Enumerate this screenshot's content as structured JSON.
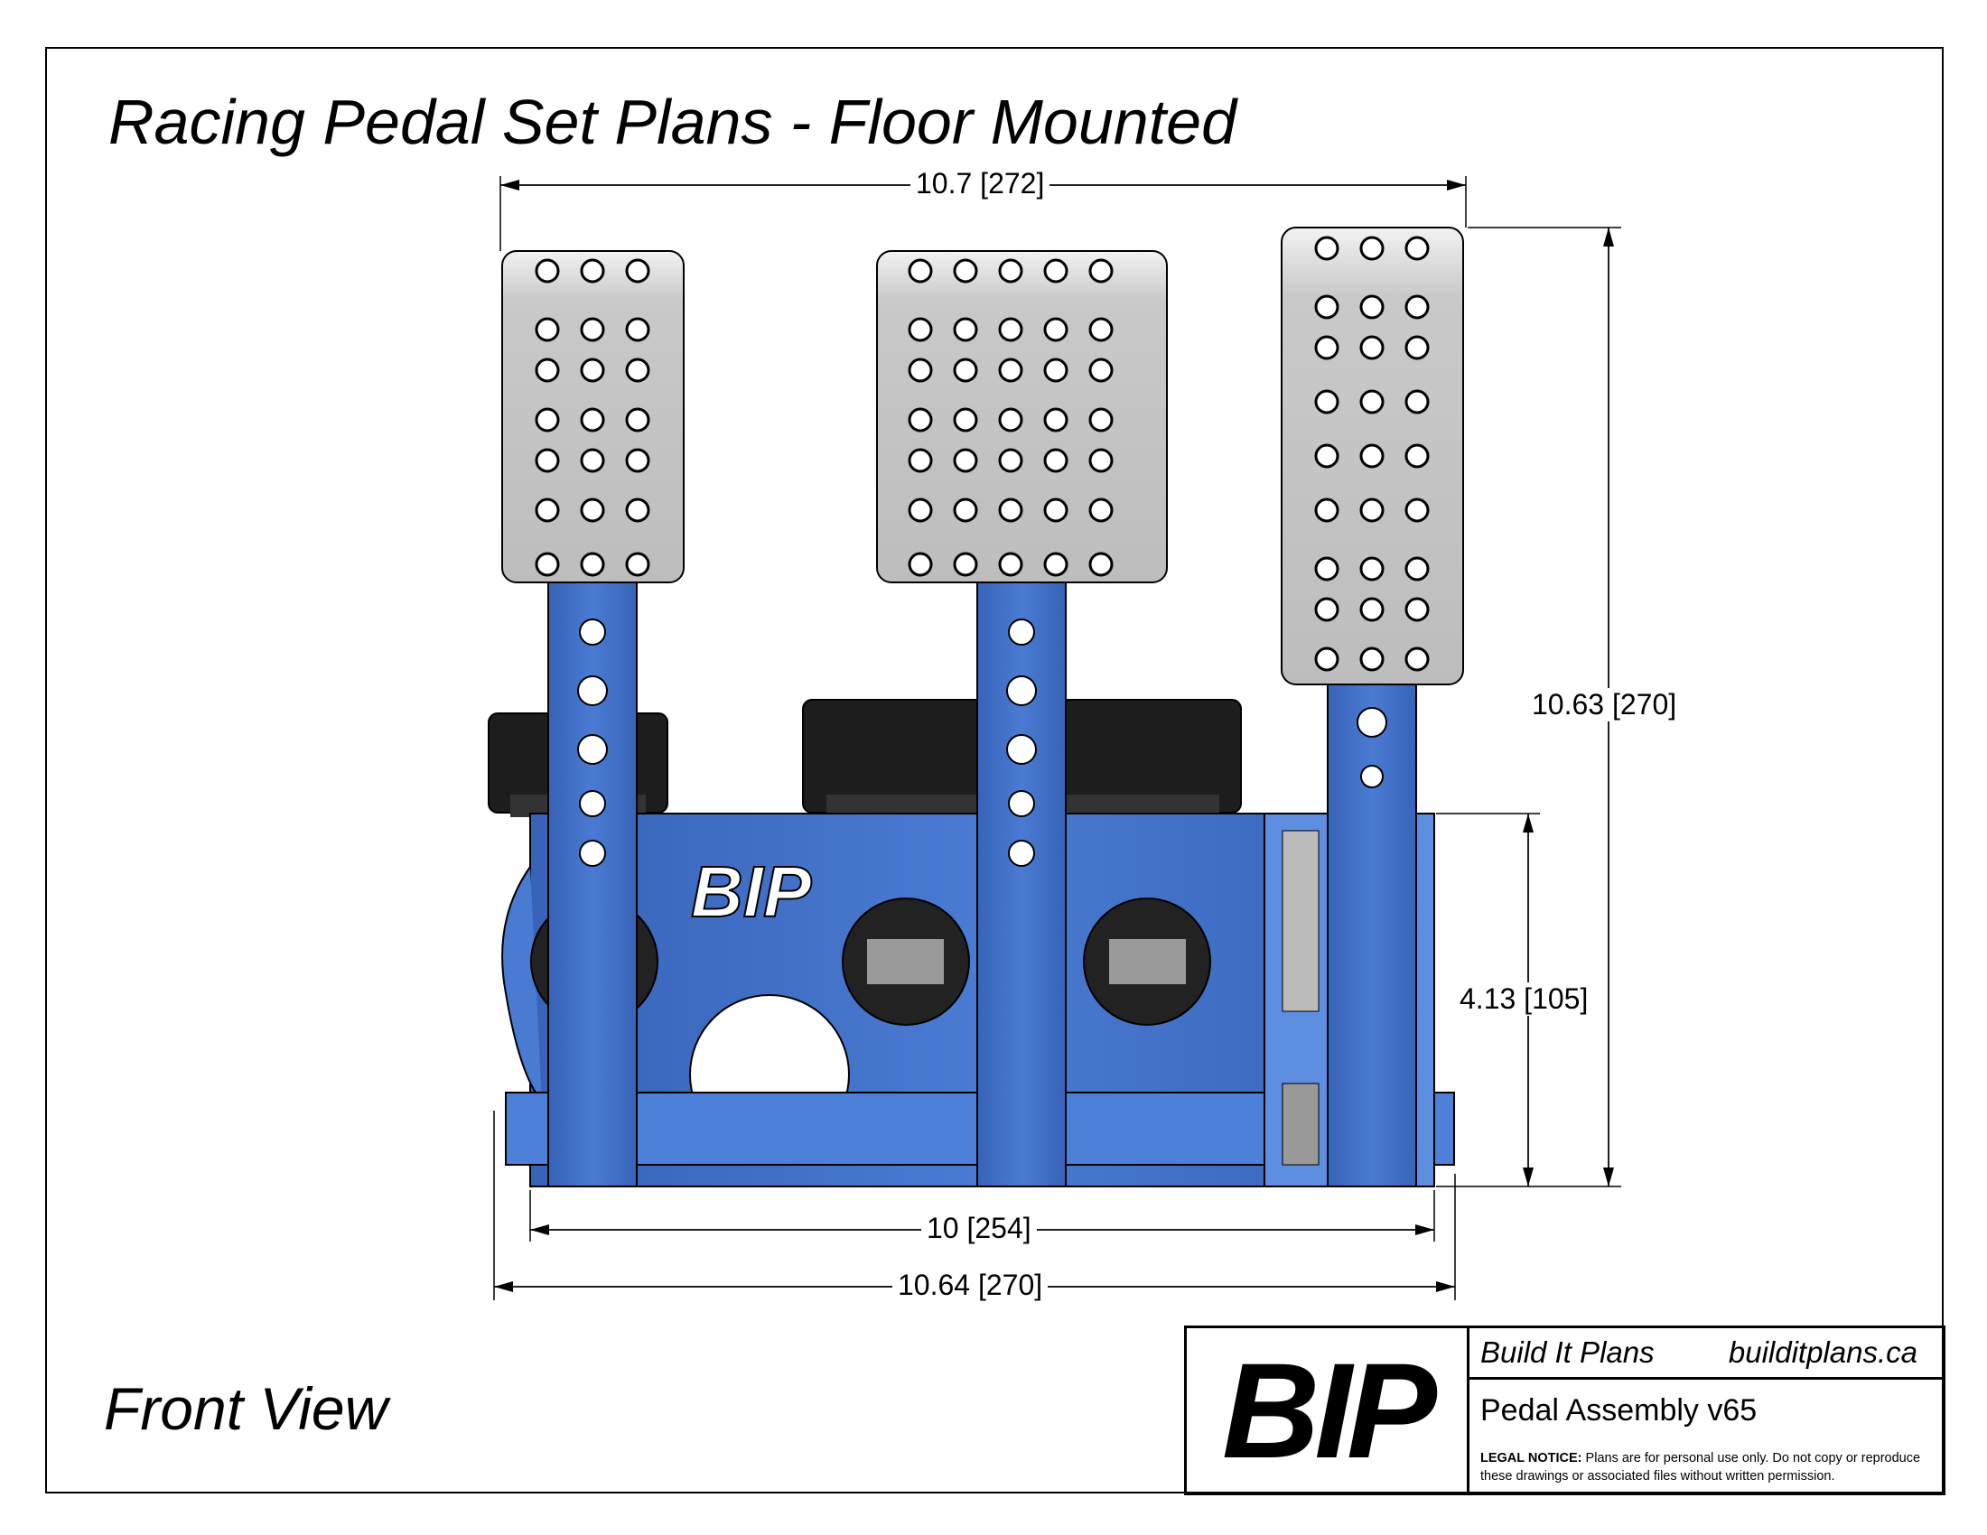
{
  "drawing": {
    "title": "Racing Pedal Set Plans - Floor Mounted",
    "view_label": "Front View",
    "bracket_logo": "BIP"
  },
  "dimensions": {
    "overall_top_width": "10.7 [272]",
    "overall_height": "10.63 [270]",
    "base_height": "4.13 [105]",
    "base_width": "10 [254]",
    "overall_bottom_width": "10.64 [270]"
  },
  "title_block": {
    "logo": "BIP",
    "company": "Build It Plans",
    "website": "builditplans.ca",
    "part_name": "Pedal Assembly v65",
    "legal_label": "LEGAL NOTICE:",
    "legal_text": "Plans are for personal use only. Do not copy or reproduce these drawings or associated files without written permission."
  },
  "colors": {
    "frame_blue": "#3f6fc4",
    "plate_gray": "#c8c8c8",
    "reservoir_black": "#1b1b1b"
  }
}
